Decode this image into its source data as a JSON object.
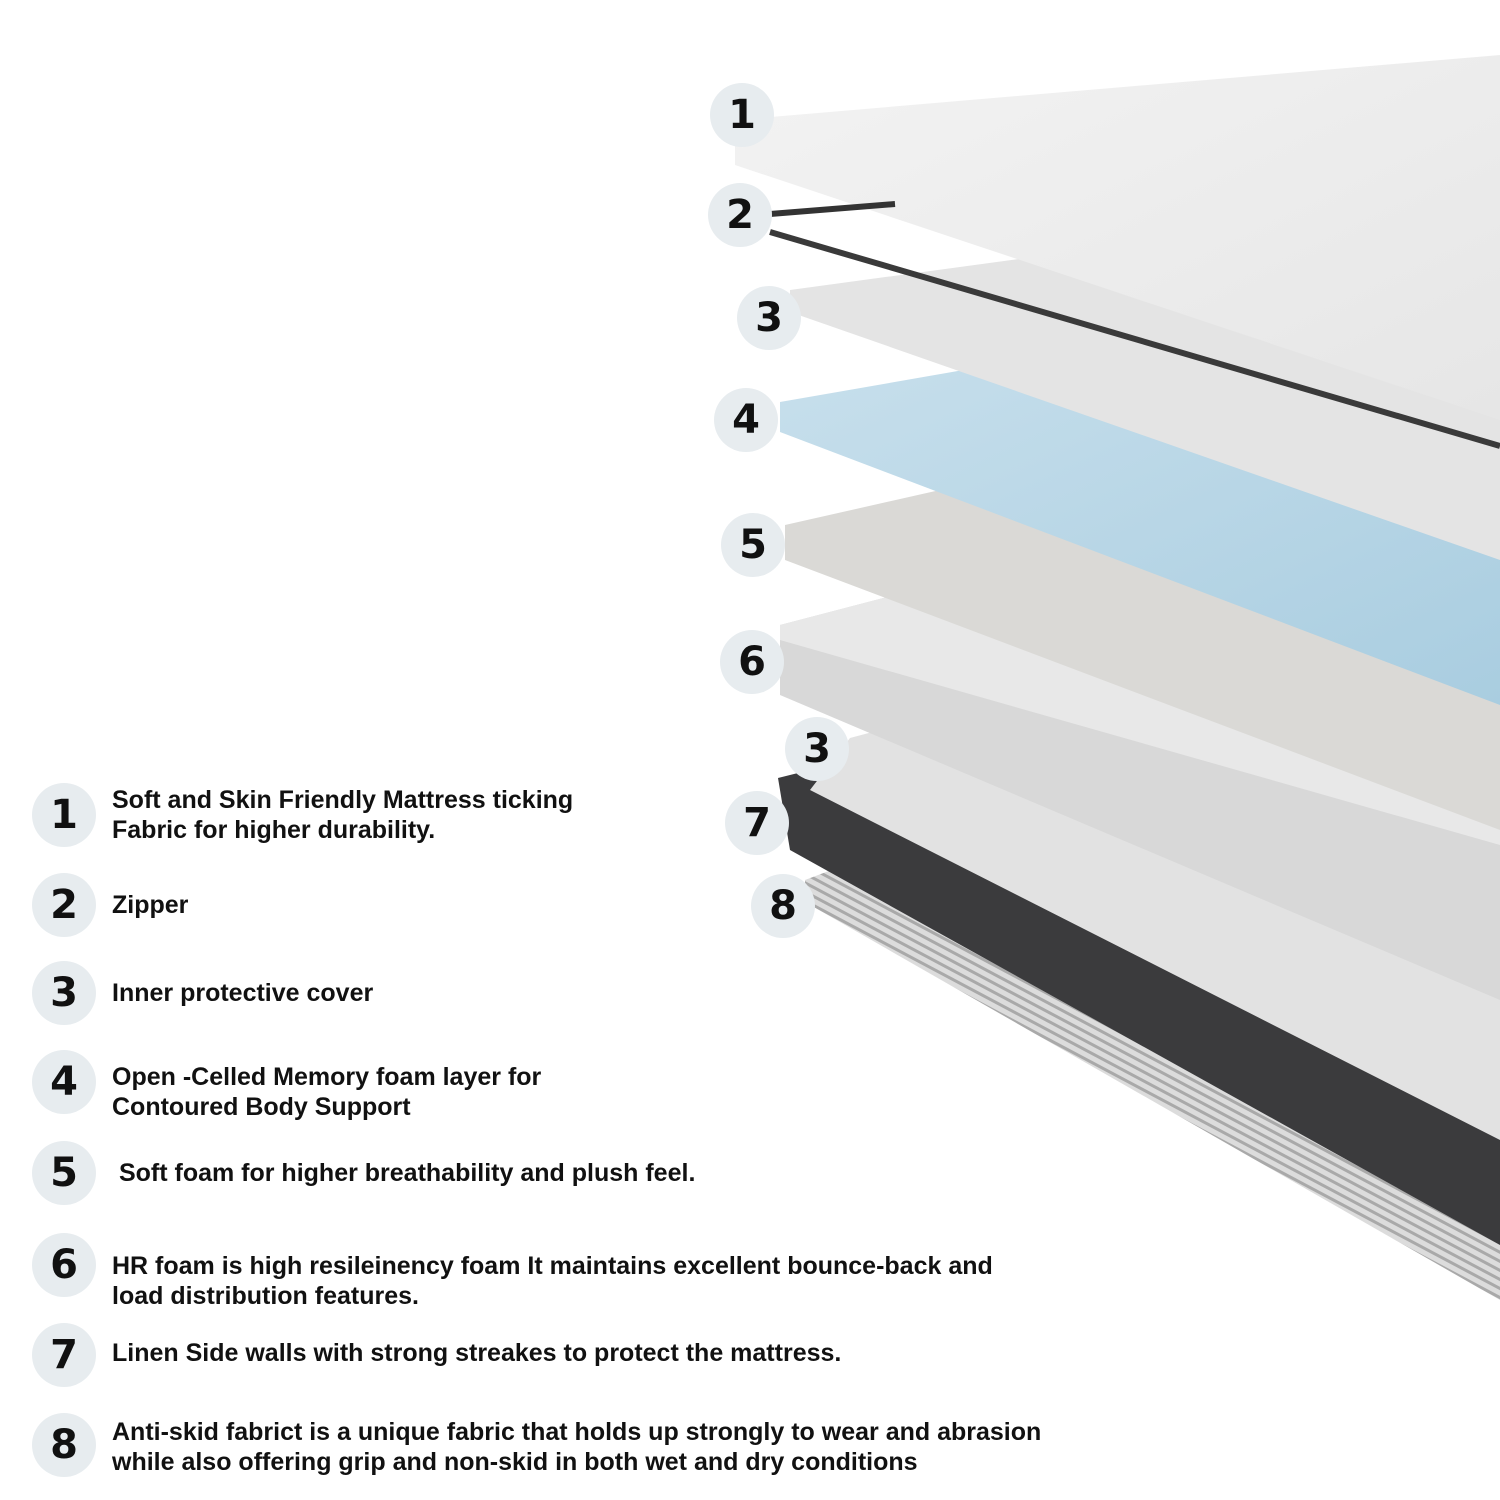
{
  "diagram_badges": [
    {
      "number": "1"
    },
    {
      "number": "2"
    },
    {
      "number": "3"
    },
    {
      "number": "4"
    },
    {
      "number": "5"
    },
    {
      "number": "6"
    },
    {
      "number": "3"
    },
    {
      "number": "7"
    },
    {
      "number": "8"
    }
  ],
  "legend": [
    {
      "number": "1",
      "lines": [
        "Soft and Skin Friendly Mattress ticking",
        "Fabric for higher durability."
      ]
    },
    {
      "number": "2",
      "lines": [
        "Zipper"
      ]
    },
    {
      "number": "3",
      "lines": [
        "Inner protective cover"
      ]
    },
    {
      "number": "4",
      "lines": [
        "Open -Celled Memory foam layer for",
        "Contoured Body Support"
      ]
    },
    {
      "number": "5",
      "lines": [
        " Soft foam for higher breathability and plush feel."
      ]
    },
    {
      "number": "6",
      "lines": [
        "HR foam is high resileinency foam It maintains excellent bounce-back and",
        "load distribution features."
      ]
    },
    {
      "number": "7",
      "lines": [
        "Linen Side walls with strong streakes to protect the mattress."
      ]
    },
    {
      "number": "8",
      "lines": [
        "Anti-skid fabrict is a unique fabric that holds up strongly to wear and abrasion",
        "while also offering grip and non-skid in both wet and dry conditions"
      ]
    }
  ],
  "colors": {
    "badge": "#e7ecef",
    "memory_foam": "#bcd7e6",
    "side_wall": "#3a3a3c"
  }
}
